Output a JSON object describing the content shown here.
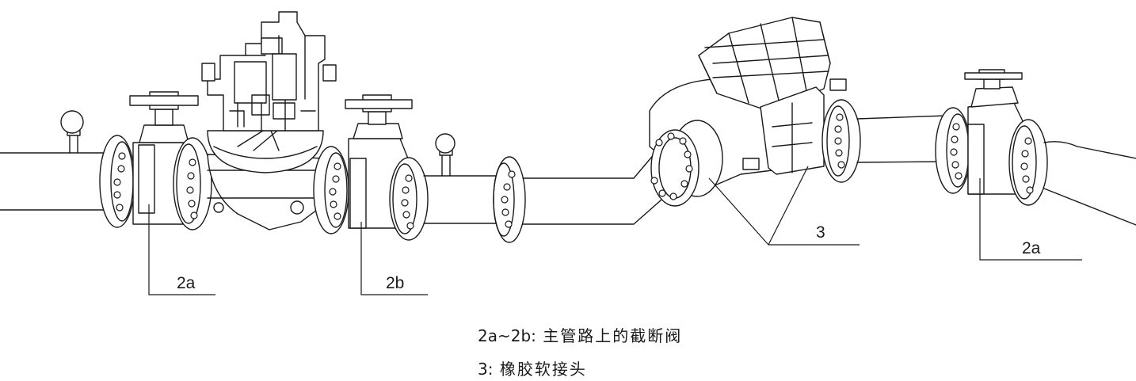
{
  "callouts": {
    "valve_left": "2a",
    "valve_mid": "2b",
    "joints": "3",
    "valve_right": "2a"
  },
  "legend": [
    {
      "code": "2a~2b:",
      "text": "主管路上的截断阀"
    },
    {
      "code": "3:",
      "text": "橡胶软接头"
    }
  ]
}
